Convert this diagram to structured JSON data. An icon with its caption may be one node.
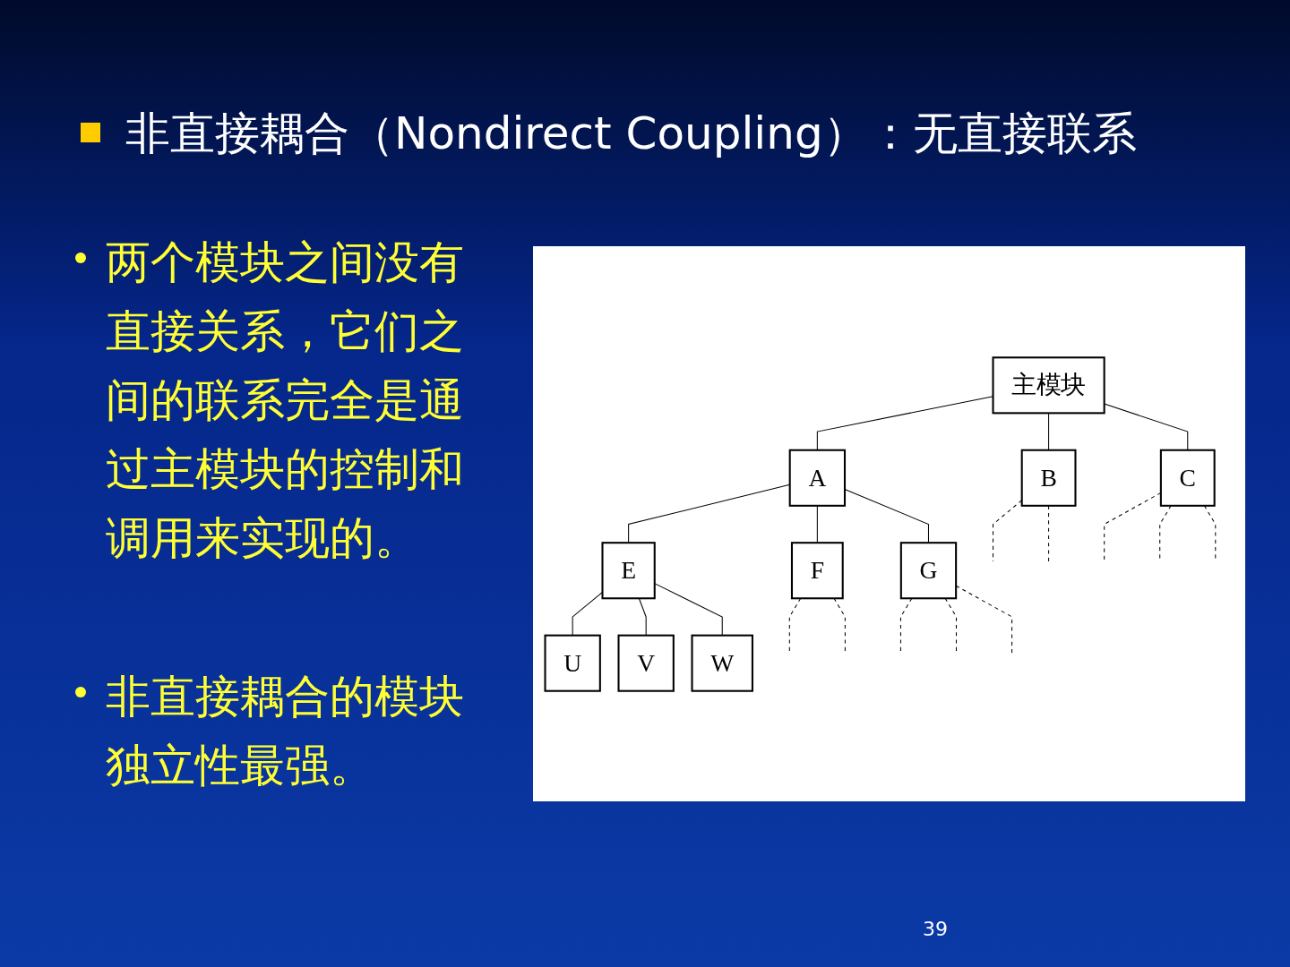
{
  "diagram": {
    "title": "非直接耦合（Nondirect Coupling）：无直接联系",
    "nodes": [
      {
        "text": [
          "主模块"
        ]
      },
      {
        "text": [
          "A"
        ]
      },
      {
        "text": [
          "B"
        ]
      },
      {
        "text": [
          "C"
        ]
      },
      {
        "text": [
          "E"
        ]
      },
      {
        "text": [
          "F"
        ]
      },
      {
        "text": [
          "G"
        ]
      },
      {
        "text": [
          "U"
        ]
      },
      {
        "text": [
          "V"
        ]
      },
      {
        "text": [
          "W"
        ]
      }
    ],
    "edges": [
      {
        "from": 0,
        "to": 1,
        "arrow": "none"
      },
      {
        "from": 0,
        "to": 2,
        "arrow": "none"
      },
      {
        "from": 0,
        "to": 3,
        "arrow": "none"
      },
      {
        "from": 1,
        "to": 4,
        "arrow": "none"
      },
      {
        "from": 1,
        "to": 5,
        "arrow": "none"
      },
      {
        "from": 1,
        "to": 6,
        "arrow": "none"
      },
      {
        "from": 4,
        "to": 7,
        "arrow": "none"
      },
      {
        "from": 4,
        "to": 8,
        "arrow": "none"
      },
      {
        "from": 4,
        "to": 9,
        "arrow": "none"
      },
      {
        "from": 2,
        "to": null,
        "arrow": "none",
        "style": "dashed"
      },
      {
        "from": 2,
        "to": null,
        "arrow": "none",
        "style": "dashed"
      },
      {
        "from": 3,
        "to": null,
        "arrow": "none",
        "style": "dashed"
      },
      {
        "from": 3,
        "to": null,
        "arrow": "none",
        "style": "dashed"
      },
      {
        "from": 3,
        "to": null,
        "arrow": "none",
        "style": "dashed"
      },
      {
        "from": 5,
        "to": null,
        "arrow": "none",
        "style": "dashed"
      },
      {
        "from": 5,
        "to": null,
        "arrow": "none",
        "style": "dashed"
      },
      {
        "from": 6,
        "to": null,
        "arrow": "none",
        "style": "dashed"
      },
      {
        "from": 6,
        "to": null,
        "arrow": "none",
        "style": "dashed"
      },
      {
        "from": 6,
        "to": null,
        "arrow": "none",
        "style": "dashed"
      }
    ],
    "labels": [
      "两个模块之间没有直接关系，它们之间的联系完全是通过主模块的控制和调用来实现的。",
      "非直接耦合的模块独立性最强。",
      "39"
    ]
  }
}
